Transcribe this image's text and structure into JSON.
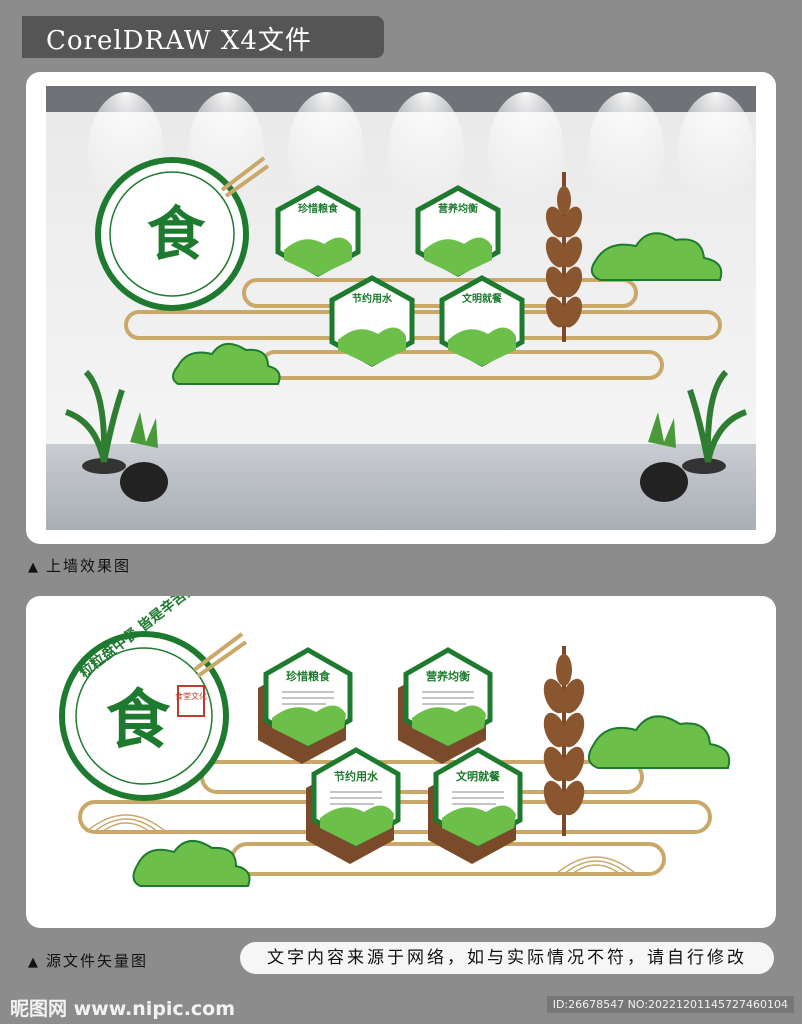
{
  "header": {
    "title": "CorelDRAW X4文件"
  },
  "panel1": {
    "caption": "上墙效果图"
  },
  "panel2": {
    "caption": "源文件矢量图"
  },
  "medallion": {
    "arc_text": "粒粒盘中餐 皆是辛苦换",
    "main_char": "食",
    "seal_text": "食堂文化"
  },
  "boards": [
    {
      "title": "珍惜粮食"
    },
    {
      "title": "营养均衡"
    },
    {
      "title": "节约用水"
    },
    {
      "title": "文明就餐"
    }
  ],
  "notice": {
    "text": "文字内容来源于网络，如与实际情况不符，请自行修改"
  },
  "footer": {
    "logo": "昵图网 www.nipic.com",
    "id": "ID:26678547 NO:20221201145727460104"
  },
  "colors": {
    "brand_green": "#1e7a2e",
    "light_green": "#6cc04a",
    "gold": "#c9a86a",
    "brown": "#7a4a2a",
    "background": "#8c8c8c"
  }
}
